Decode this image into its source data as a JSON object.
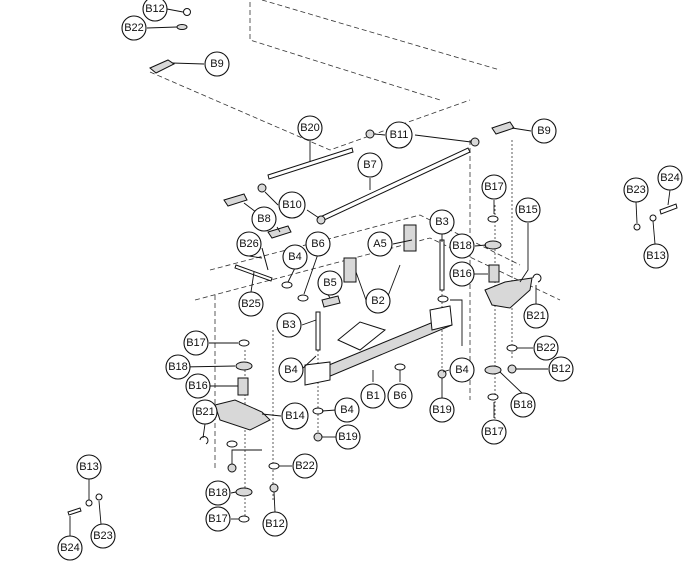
{
  "callouts": [
    {
      "id": "B12a",
      "label": "B12"
    },
    {
      "id": "B22a",
      "label": "B22"
    },
    {
      "id": "B9a",
      "label": "B9"
    },
    {
      "id": "B20",
      "label": "B20"
    },
    {
      "id": "B11",
      "label": "B11"
    },
    {
      "id": "B9b",
      "label": "B9"
    },
    {
      "id": "B7",
      "label": "B7"
    },
    {
      "id": "B17a",
      "label": "B17"
    },
    {
      "id": "B15",
      "label": "B15"
    },
    {
      "id": "B10",
      "label": "B10"
    },
    {
      "id": "B8",
      "label": "B8"
    },
    {
      "id": "B3a",
      "label": "B3"
    },
    {
      "id": "B26",
      "label": "B26"
    },
    {
      "id": "B6a",
      "label": "B6"
    },
    {
      "id": "A5",
      "label": "A5"
    },
    {
      "id": "B18a",
      "label": "B18"
    },
    {
      "id": "B4a",
      "label": "B4"
    },
    {
      "id": "B16a",
      "label": "B16"
    },
    {
      "id": "B25",
      "label": "B25"
    },
    {
      "id": "B5",
      "label": "B5"
    },
    {
      "id": "B2",
      "label": "B2"
    },
    {
      "id": "B21a",
      "label": "B21"
    },
    {
      "id": "B3b",
      "label": "B3"
    },
    {
      "id": "B17b",
      "label": "B17"
    },
    {
      "id": "B22b",
      "label": "B22"
    },
    {
      "id": "B18b",
      "label": "B18"
    },
    {
      "id": "B4b",
      "label": "B4"
    },
    {
      "id": "B4c",
      "label": "B4"
    },
    {
      "id": "B12b",
      "label": "B12"
    },
    {
      "id": "B1",
      "label": "B1"
    },
    {
      "id": "B6b",
      "label": "B6"
    },
    {
      "id": "B19a",
      "label": "B19"
    },
    {
      "id": "B18c",
      "label": "B18"
    },
    {
      "id": "B16b",
      "label": "B16"
    },
    {
      "id": "B4d",
      "label": "B4"
    },
    {
      "id": "B21b",
      "label": "B21"
    },
    {
      "id": "B14",
      "label": "B14"
    },
    {
      "id": "B17c",
      "label": "B17"
    },
    {
      "id": "B19b",
      "label": "B19"
    },
    {
      "id": "B13a",
      "label": "B13"
    },
    {
      "id": "B22c",
      "label": "B22"
    },
    {
      "id": "B18d",
      "label": "B18"
    },
    {
      "id": "B17d",
      "label": "B17"
    },
    {
      "id": "B12c",
      "label": "B12"
    },
    {
      "id": "B24a",
      "label": "B24"
    },
    {
      "id": "B23a",
      "label": "B23"
    },
    {
      "id": "B23b",
      "label": "B23"
    },
    {
      "id": "B24b",
      "label": "B24"
    },
    {
      "id": "B13b",
      "label": "B13"
    }
  ]
}
